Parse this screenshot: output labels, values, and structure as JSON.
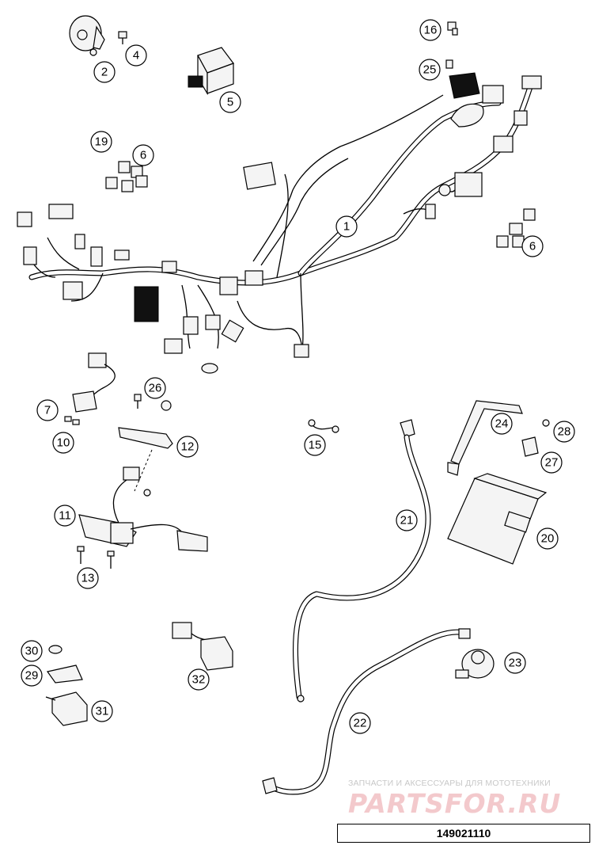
{
  "diagram": {
    "callouts": [
      "1",
      "2",
      "4",
      "5",
      "6",
      "6",
      "7",
      "10",
      "11",
      "12",
      "13",
      "15",
      "16",
      "19",
      "20",
      "21",
      "22",
      "23",
      "24",
      "25",
      "26",
      "27",
      "28",
      "29",
      "30",
      "31",
      "32"
    ],
    "watermark": {
      "line1": "ЗАПЧАСТИ И АКСЕССУАРЫ ДЛЯ МОТОТЕХНИКИ",
      "logo": "PARTSFOR.RU"
    },
    "diagram_id": "149021110"
  }
}
